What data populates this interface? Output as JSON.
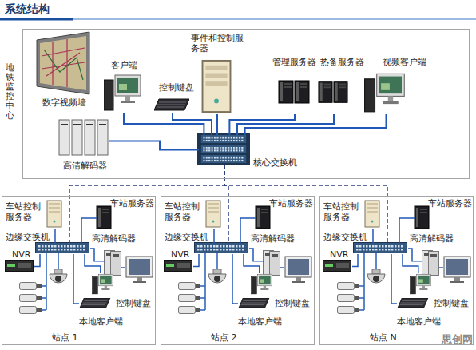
{
  "diagram": {
    "title": "系统结构",
    "nodes": [
      {
        "text": [
          "地铁监控中心"
        ]
      },
      {
        "text": [
          "数字视频墙"
        ],
        "in": 0
      },
      {
        "text": [
          "客户端"
        ],
        "in": 0
      },
      {
        "text": [
          "控制键盘"
        ],
        "in": 0
      },
      {
        "text": [
          "事件和控制服务器"
        ],
        "in": 0
      },
      {
        "text": [
          "管理服务器"
        ],
        "in": 0
      },
      {
        "text": [
          "热备服务器"
        ],
        "in": 0
      },
      {
        "text": [
          "视频客户端"
        ],
        "in": 0
      },
      {
        "text": [
          "高清解码器"
        ],
        "in": 0
      },
      {
        "text": [
          "核心交换机"
        ],
        "in": 0
      },
      {
        "text": [
          "站点 1"
        ]
      },
      {
        "text": [
          "车站控制服务器"
        ],
        "in": 10
      },
      {
        "text": [
          "车站服务器"
        ],
        "in": 10
      },
      {
        "text": [
          "NVR"
        ],
        "in": 10
      },
      {
        "text": [
          "边缘交换机"
        ],
        "in": 10
      },
      {
        "text": [
          "高清解码器"
        ],
        "in": 10
      },
      {
        "text": [
          "控制键盘"
        ],
        "in": 10
      },
      {
        "text": [
          "本地客户端"
        ],
        "in": 10
      },
      {
        "text": [
          "站点 2"
        ]
      },
      {
        "text": [
          "车站控制服务器"
        ],
        "in": 18
      },
      {
        "text": [
          "车站服务器"
        ],
        "in": 18
      },
      {
        "text": [
          "NVR"
        ],
        "in": 18
      },
      {
        "text": [
          "边缘交换机"
        ],
        "in": 18
      },
      {
        "text": [
          "高清解码器"
        ],
        "in": 18
      },
      {
        "text": [
          "控制键盘"
        ],
        "in": 18
      },
      {
        "text": [
          "本地客户端"
        ],
        "in": 18
      },
      {
        "text": [
          "站点 N"
        ]
      },
      {
        "text": [
          "车站控制服务器"
        ],
        "in": 26
      },
      {
        "text": [
          "车站服务器"
        ],
        "in": 26
      },
      {
        "text": [
          "NVR"
        ],
        "in": 26
      },
      {
        "text": [
          "边缘交换机"
        ],
        "in": 26
      },
      {
        "text": [
          "高清解码器"
        ],
        "in": 26
      },
      {
        "text": [
          "控制键盘"
        ],
        "in": 26
      },
      {
        "text": [
          "本地客户端"
        ],
        "in": 26
      }
    ],
    "edges": [
      {
        "from": 2,
        "to": 9,
        "arrow": "none"
      },
      {
        "from": 3,
        "to": 9,
        "arrow": "none"
      },
      {
        "from": 4,
        "to": 9,
        "arrow": "none"
      },
      {
        "from": 5,
        "to": 9,
        "arrow": "none"
      },
      {
        "from": 6,
        "to": 9,
        "arrow": "none"
      },
      {
        "from": 7,
        "to": 9,
        "arrow": "none"
      },
      {
        "from": 8,
        "to": 9,
        "arrow": "none"
      },
      {
        "from": 9,
        "to": 14,
        "arrow": "none"
      },
      {
        "from": 9,
        "to": 22,
        "arrow": "none"
      },
      {
        "from": 9,
        "to": 30,
        "arrow": "none"
      },
      {
        "from": 11,
        "to": 14,
        "arrow": "none"
      },
      {
        "from": 12,
        "to": 14,
        "arrow": "none"
      },
      {
        "from": 13,
        "to": 14,
        "arrow": "none"
      },
      {
        "from": 15,
        "to": 14,
        "arrow": "none"
      },
      {
        "from": 16,
        "to": 14,
        "arrow": "none"
      },
      {
        "from": 17,
        "to": 14,
        "arrow": "none"
      },
      {
        "from": 19,
        "to": 22,
        "arrow": "none"
      },
      {
        "from": 20,
        "to": 22,
        "arrow": "none"
      },
      {
        "from": 21,
        "to": 22,
        "arrow": "none"
      },
      {
        "from": 23,
        "to": 22,
        "arrow": "none"
      },
      {
        "from": 24,
        "to": 22,
        "arrow": "none"
      },
      {
        "from": 25,
        "to": 22,
        "arrow": "none"
      },
      {
        "from": 27,
        "to": 30,
        "arrow": "none"
      },
      {
        "from": 28,
        "to": 30,
        "arrow": "none"
      },
      {
        "from": 29,
        "to": 30,
        "arrow": "none"
      },
      {
        "from": 31,
        "to": 30,
        "arrow": "none"
      },
      {
        "from": 32,
        "to": 30,
        "arrow": "none"
      },
      {
        "from": 33,
        "to": 30,
        "arrow": "none"
      }
    ],
    "labels": [
      "思创网"
    ]
  }
}
